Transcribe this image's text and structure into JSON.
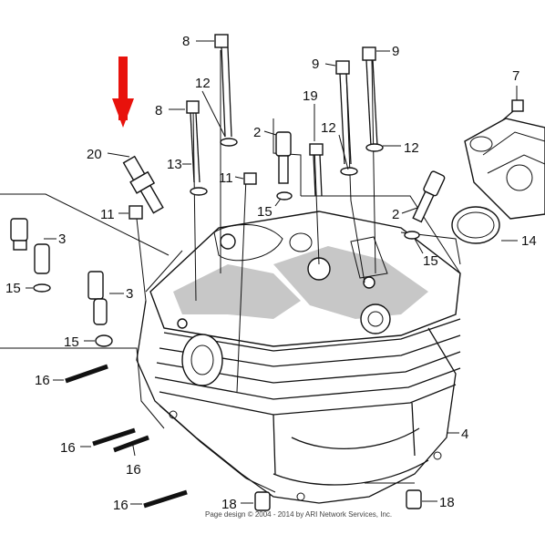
{
  "diagram": {
    "callouts": [
      {
        "id": "c8a",
        "text": "8"
      },
      {
        "id": "c9a",
        "text": "9"
      },
      {
        "id": "c9b",
        "text": "9"
      },
      {
        "id": "c7",
        "text": "7"
      },
      {
        "id": "c12a",
        "text": "12"
      },
      {
        "id": "c8b",
        "text": "8"
      },
      {
        "id": "c19",
        "text": "19"
      },
      {
        "id": "c2a",
        "text": "2"
      },
      {
        "id": "c12b",
        "text": "12"
      },
      {
        "id": "c12c",
        "text": "12"
      },
      {
        "id": "c20",
        "text": "20"
      },
      {
        "id": "c13",
        "text": "13"
      },
      {
        "id": "c11a",
        "text": "11"
      },
      {
        "id": "c11b",
        "text": "11"
      },
      {
        "id": "c15a",
        "text": "15"
      },
      {
        "id": "c2b",
        "text": "2"
      },
      {
        "id": "c3a",
        "text": "3"
      },
      {
        "id": "c14",
        "text": "14"
      },
      {
        "id": "c15b",
        "text": "15"
      },
      {
        "id": "c15c",
        "text": "15"
      },
      {
        "id": "c3b",
        "text": "3"
      },
      {
        "id": "c15d",
        "text": "15"
      },
      {
        "id": "c16a",
        "text": "16"
      },
      {
        "id": "c4",
        "text": "4"
      },
      {
        "id": "c16b",
        "text": "16"
      },
      {
        "id": "c16c",
        "text": "16"
      },
      {
        "id": "c16d",
        "text": "16"
      },
      {
        "id": "c18a",
        "text": "18"
      },
      {
        "id": "c18b",
        "text": "18"
      }
    ],
    "footer_text": "Page design © 2004 - 2014 by ARI Network Services, Inc.",
    "arrow_color": "#e8120c"
  }
}
